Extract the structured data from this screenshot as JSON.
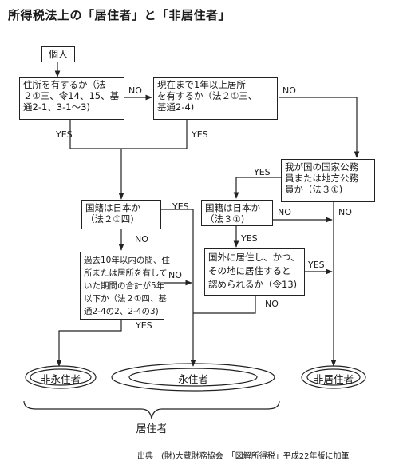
{
  "title": "所得税法上の「居住者」と「非居住者」",
  "nodes": {
    "kojin": "個人",
    "q1": "住所を有するか（法\n２①三、令14、15、基\n通2-1、3-1～3)",
    "q2": "現在まで1年以上居所\nを有するか（法２①三、\n基通2-4)",
    "q3": "我が国の国家公務\n員または地方公務\n員か（法３①)",
    "q4": "国籍は日本か\n（法２①四)",
    "q5": "国籍は日本か\n（法３①)",
    "q6": "過去10年以内の間、住\n所または居所を有して\nいた期間の合計が5年\n以下か（法２①四、基\n通2-4の2、2-4の3)",
    "q7": "国外に居住し、かつ、\nその地に居住すると\n認められるか（令13)"
  },
  "labels": {
    "yes": "YES",
    "no": "NO"
  },
  "outcomes": {
    "hieijuusha": "非永住者",
    "eijuusha": "永住者",
    "hikyojuusha": "非居住者"
  },
  "group_label": "居住者",
  "source": "出典　(財)大蔵財務協会　「図解所得税」平成22年版に加筆"
}
